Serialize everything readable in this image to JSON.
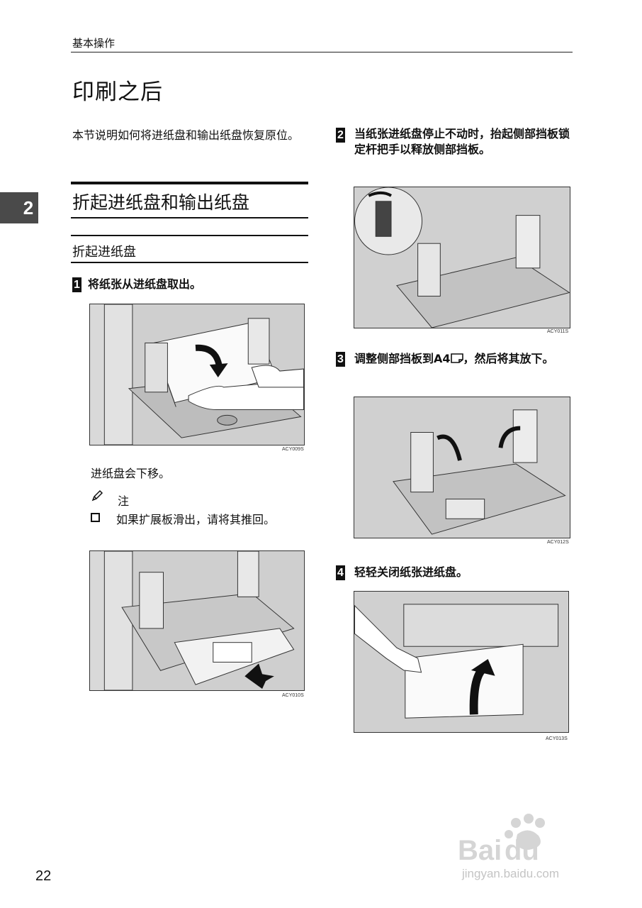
{
  "header": {
    "section": "基本操作"
  },
  "page": {
    "title": "印刷之后",
    "number": "22"
  },
  "intro": "本节说明如何将进纸盘和输出纸盘恢复原位。",
  "chapter_tab": "2",
  "section": {
    "heading": "折起进纸盘和输出纸盘",
    "subheading": "折起进纸盘"
  },
  "steps": [
    {
      "number": "1",
      "text": "将纸张从进纸盘取出。"
    },
    {
      "number": "2",
      "text": "当纸张进纸盘停止不动时，抬起侧部挡板锁定杆把手以释放侧部挡板。"
    },
    {
      "number": "3",
      "text": "调整侧部挡板到A4",
      "text_suffix": "，然后将其放下。"
    },
    {
      "number": "4",
      "text": "轻轻关闭纸张进纸盘。"
    }
  ],
  "after_step1": "进纸盘会下移。",
  "note": {
    "label": "注",
    "item": "如果扩展板滑出，请将其推回。"
  },
  "figures": [
    {
      "code": "ACY009S"
    },
    {
      "code": "ACY010S"
    },
    {
      "code": "ACY011S"
    },
    {
      "code": "ACY012S"
    },
    {
      "code": "ACY013S"
    }
  ],
  "watermark": {
    "text": "jingyan.baidu.com"
  },
  "icons": {
    "note": "pencil-icon",
    "bullet": "checkbox-icon"
  }
}
